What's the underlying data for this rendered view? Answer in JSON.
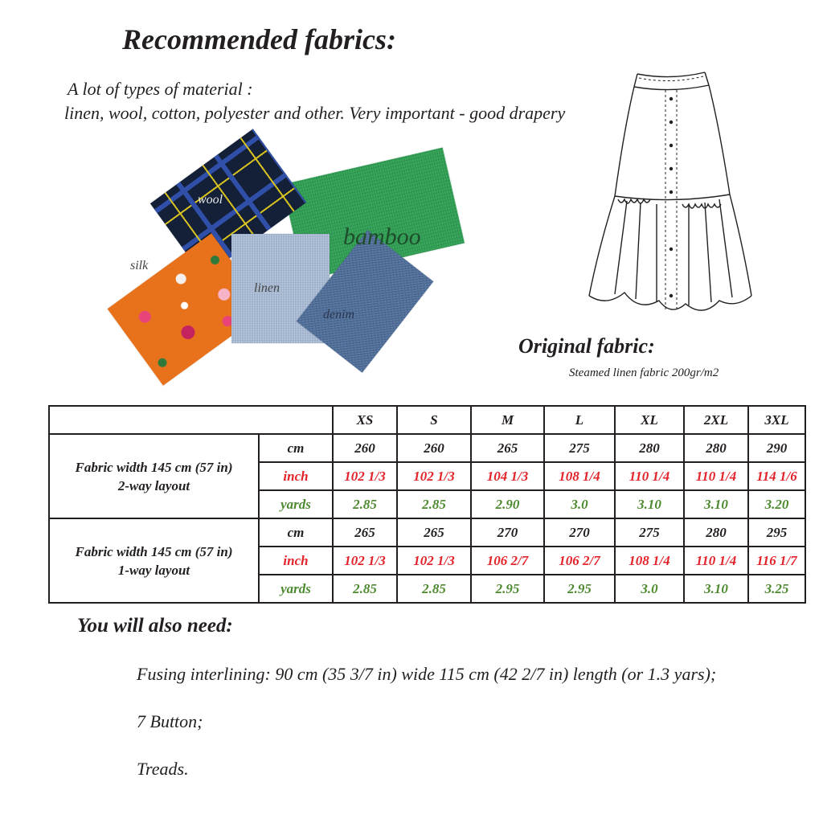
{
  "title": "Recommended fabrics:",
  "intro": {
    "line1": "A lot of types of material :",
    "line2": "linen, wool, cotton, polyester and other. Very important - good drapery"
  },
  "swatches": [
    {
      "label": "bamboo"
    },
    {
      "label": "wool"
    },
    {
      "label": "silk"
    },
    {
      "label": "linen"
    },
    {
      "label": "denim"
    }
  ],
  "original_fabric": {
    "title": "Original fabric:",
    "description": "Steamed linen fabric 200gr/m2"
  },
  "table": {
    "sizes": [
      "XS",
      "S",
      "M",
      "L",
      "XL",
      "2XL",
      "3XL"
    ],
    "groups": [
      {
        "label_line1": "Fabric width 145 cm (57 in)",
        "label_line2": "2-way layout",
        "rows": [
          {
            "unit": "cm",
            "values": [
              "260",
              "260",
              "265",
              "275",
              "280",
              "280",
              "290"
            ]
          },
          {
            "unit": "inch",
            "values": [
              "102 1/3",
              "102 1/3",
              "104 1/3",
              "108 1/4",
              "110 1/4",
              "110 1/4",
              "114 1/6"
            ]
          },
          {
            "unit": "yards",
            "values": [
              "2.85",
              "2.85",
              "2.90",
              "3.0",
              "3.10",
              "3.10",
              "3.20"
            ]
          }
        ]
      },
      {
        "label_line1": "Fabric width 145 cm (57 in)",
        "label_line2": "1-way layout",
        "rows": [
          {
            "unit": "cm",
            "values": [
              "265",
              "265",
              "270",
              "270",
              "275",
              "280",
              "295"
            ]
          },
          {
            "unit": "inch",
            "values": [
              "102 1/3",
              "102 1/3",
              "106 2/7",
              "106 2/7",
              "108 1/4",
              "110 1/4",
              "116 1/7"
            ]
          },
          {
            "unit": "yards",
            "values": [
              "2.85",
              "2.85",
              "2.95",
              "2.95",
              "3.0",
              "3.10",
              "3.25"
            ]
          }
        ]
      }
    ]
  },
  "also_need": {
    "title": "You will also need:",
    "items": [
      "Fusing interlining: 90 cm (35 3/7 in) wide 115 cm (42 2/7 in) length (or 1.3 yars);",
      "7 Button;",
      "Treads."
    ]
  },
  "colors": {
    "text": "#231f20",
    "inch": "#e3242b",
    "yards": "#4d8a2f"
  }
}
